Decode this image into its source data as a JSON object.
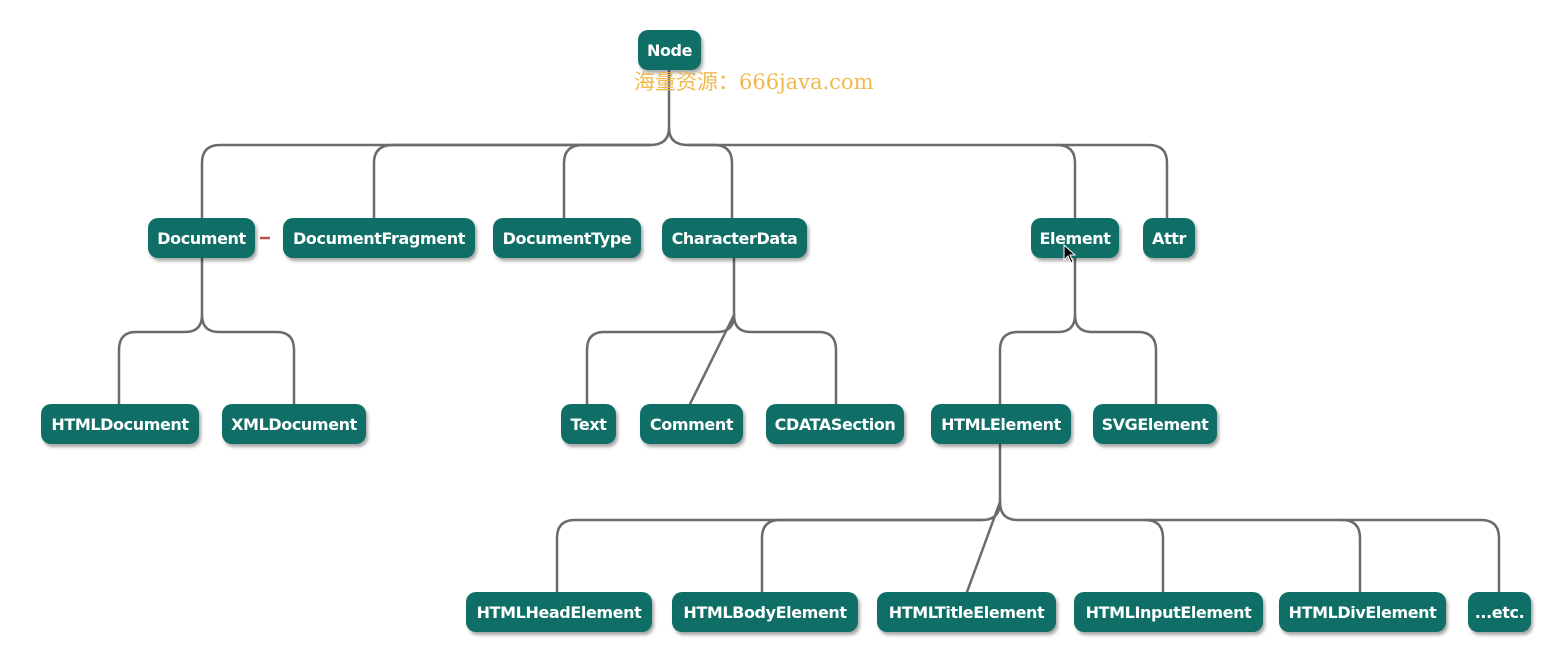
{
  "diagram": {
    "colors": {
      "node_fill": "#0f6f67",
      "node_text": "#ffffff",
      "edge": "#6b6b6b",
      "sibling_link": "#c0504d",
      "watermark": "#f0b23a"
    },
    "nodes": {
      "node": "Node",
      "document": "Document",
      "document_fragment": "DocumentFragment",
      "document_type": "DocumentType",
      "character_data": "CharacterData",
      "element": "Element",
      "attr": "Attr",
      "html_document": "HTMLDocument",
      "xml_document": "XMLDocument",
      "text": "Text",
      "comment": "Comment",
      "cdata_section": "CDATASection",
      "html_element": "HTMLElement",
      "svg_element": "SVGElement",
      "html_head_element": "HTMLHeadElement",
      "html_body_element": "HTMLBodyElement",
      "html_title_element": "HTMLTitleElement",
      "html_input_element": "HTMLInputElement",
      "html_div_element": "HTMLDivElement",
      "etc": "...etc."
    }
  },
  "watermark": {
    "text": "海量资源：666java.com"
  }
}
